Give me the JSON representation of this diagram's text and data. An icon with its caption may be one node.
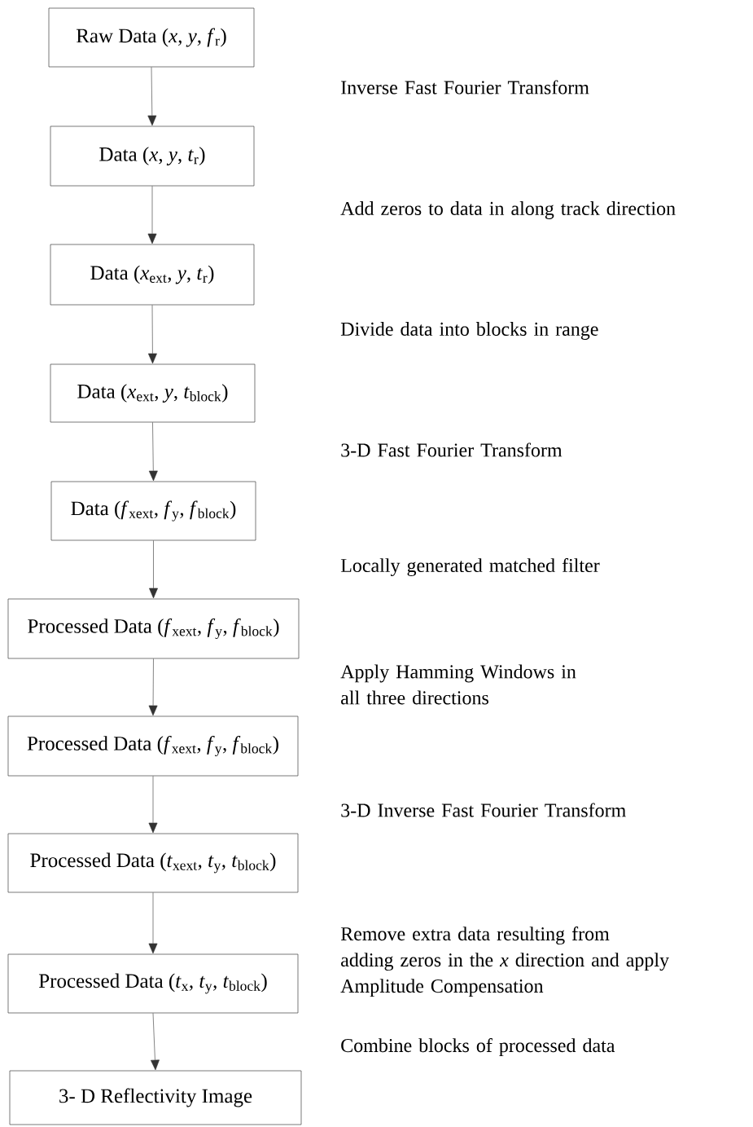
{
  "diagram": {
    "nodes": [
      {
        "text": [
          "Raw Data (*x*, *y*, *f*$_{r}$)"
        ]
      },
      {
        "text": [
          "Data (*x*, *y*, *t*$_{r}$)"
        ]
      },
      {
        "text": [
          "Data (*x*$_{ext}$, *y*, *t*$_{r}$)"
        ]
      },
      {
        "text": [
          "Data (*x*$_{ext}$, *y*, *t*$_{block}$)"
        ]
      },
      {
        "text": [
          "Data (*f*$_{xext}$, *f*$_{y}$, *f*$_{block}$)"
        ]
      },
      {
        "text": [
          "Processed Data (*f*$_{xext}$, *f*$_{y}$, *f*$_{block}$)"
        ]
      },
      {
        "text": [
          "Processed Data (*f*$_{xext}$, *f*$_{y}$, *f*$_{block}$)"
        ]
      },
      {
        "text": [
          "Processed Data (*t*$_{xext}$, *t*$_{y}$, *t*$_{block}$)"
        ]
      },
      {
        "text": [
          "Processed Data (*t*$_{x}$, *t*$_{y}$, *t*$_{block}$)"
        ]
      },
      {
        "text": [
          "3- D Reflectivity Image"
        ]
      }
    ],
    "edges": [
      {
        "from": 0,
        "to": 1,
        "arrow": "to"
      },
      {
        "from": 1,
        "to": 2,
        "arrow": "to"
      },
      {
        "from": 2,
        "to": 3,
        "arrow": "to"
      },
      {
        "from": 3,
        "to": 4,
        "arrow": "to"
      },
      {
        "from": 4,
        "to": 5,
        "arrow": "to"
      },
      {
        "from": 5,
        "to": 6,
        "arrow": "to"
      },
      {
        "from": 6,
        "to": 7,
        "arrow": "to"
      },
      {
        "from": 7,
        "to": 8,
        "arrow": "to"
      },
      {
        "from": 8,
        "to": 9,
        "arrow": "to"
      }
    ],
    "labels": [
      "Inverse Fast Fourier Transform",
      "Add zeros to data in along track direction",
      "Divide data into blocks in range",
      "3-D Fast Fourier Transform",
      "Locally generated matched filter",
      "Apply Hamming Windows in all three directions",
      "3-D Inverse Fast Fourier Transform",
      "Remove extra data resulting from adding zeros in the *x* direction and apply Amplitude Compensation",
      "Combine blocks of processed data"
    ]
  }
}
